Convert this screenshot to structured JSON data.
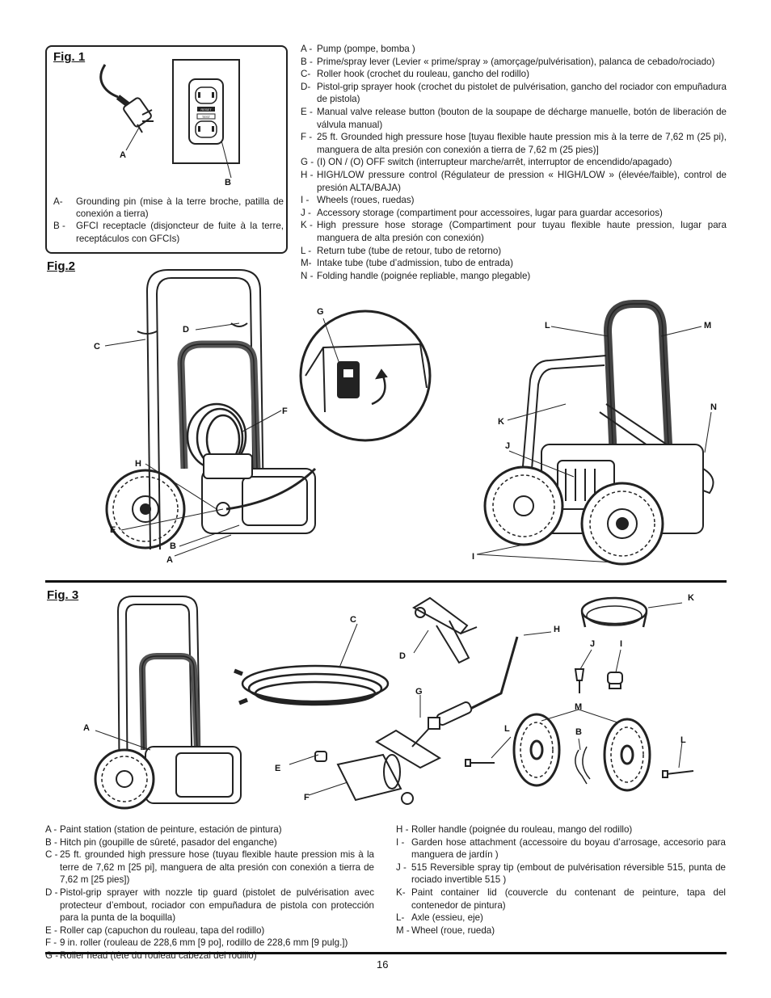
{
  "fig1": {
    "title": "Fig. 1",
    "callouts": {
      "a": "A",
      "b": "B"
    },
    "receptacle_labels": {
      "reset": "RESET",
      "test": "TEST"
    },
    "legend": [
      {
        "key": "A-",
        "text": "Grounding pin (mise à la terre broche, patilla de conexión a tierra)"
      },
      {
        "key": "B -",
        "text": "GFCI receptacle (disjoncteur de fuite à la terre, receptáculos con GFCIs)"
      }
    ]
  },
  "fig2": {
    "title": "Fig.2",
    "callouts": {
      "c": "C",
      "d": "D",
      "g": "G",
      "f": "F",
      "h": "H",
      "e": "E",
      "b": "B",
      "a": "A",
      "l": "L",
      "m": "M",
      "k": "K",
      "n": "N",
      "j": "J",
      "i": "I"
    },
    "legend": [
      {
        "key": "A -",
        "text": "Pump (pompe, bomba )"
      },
      {
        "key": "B -",
        "text": "Prime/spray lever (Levier « prime/spray » (amorçage/pulvérisation), palanca de cebado/rociado)"
      },
      {
        "key": "C-",
        "text": "Roller hook (crochet du rouleau, gancho del rodillo)"
      },
      {
        "key": "D-",
        "text": "Pistol-grip sprayer hook (crochet du pistolet de pulvérisation, gancho del rociador con empuñadura de pistola)"
      },
      {
        "key": "E -",
        "text": "Manual valve release button (bouton de la soupape de décharge manuelle, botón de liberación de válvula manual)"
      },
      {
        "key": "F -",
        "text": "25 ft. Grounded high pressure hose [tuyau flexible haute pression mis à la terre de 7,62 m (25 pi), manguera de alta presión con conexión a tierra de 7,62 m (25 pies)]"
      },
      {
        "key": "G -",
        "text": "(I) ON / (O) OFF switch (interrupteur marche/arrêt, interruptor de encendido/apagado)"
      },
      {
        "key": "H -",
        "text": "HIGH/LOW pressure control (Régulateur de pression « HIGH/LOW » (élevée/faible), control de presión ALTA/BAJA)"
      },
      {
        "key": "I -",
        "text": "Wheels (roues, ruedas)"
      },
      {
        "key": "J -",
        "text": "Accessory storage (compartiment pour accessoires, lugar para guardar accesorios)"
      },
      {
        "key": "K -",
        "text": "High pressure hose storage (Compartiment pour tuyau flexible haute pression, lugar para manguera de alta presión con conexión)"
      },
      {
        "key": "L -",
        "text": "Return tube (tube de retour, tubo de retorno)"
      },
      {
        "key": "M-",
        "text": "Intake tube (tube d’admission, tubo de entrada)"
      },
      {
        "key": "N -",
        "text": "Folding handle (poignée repliable, mango plegable)"
      }
    ]
  },
  "fig3": {
    "title": "Fig. 3",
    "callouts": {
      "a": "A",
      "c": "C",
      "d": "D",
      "h": "H",
      "k": "K",
      "j": "J",
      "i": "I",
      "g": "G",
      "m": "M",
      "b": "B",
      "l1": "L",
      "l2": "L",
      "e": "E",
      "f": "F"
    },
    "legend_left": [
      {
        "key": "A -",
        "text": "Paint station (station de peinture, estación de pintura)"
      },
      {
        "key": "B -",
        "text": "Hitch pin (goupille de sûreté, pasador del enganche)"
      },
      {
        "key": "C -",
        "text": "25 ft. grounded high pressure hose (tuyau flexible haute pression mis à la terre de 7,62 m [25 pi], manguera de alta presión con conexión a tierra de 7,62 m [25 pies])"
      },
      {
        "key": "D -",
        "text": "Pistol-grip sprayer with nozzle tip guard (pistolet de pulvérisation avec protecteur d’embout, rociador con empuñadura de pistola con protección para la punta de la boquilla)"
      },
      {
        "key": "E -",
        "text": "Roller cap (capuchon du rouleau, tapa del rodillo)"
      },
      {
        "key": "F -",
        "text": "9 in. roller (rouleau de 228,6 mm [9 po], rodillo de 228,6 mm [9 pulg.])"
      },
      {
        "key": "G -",
        "text": "Roller head (tête du rouleau cabezal del rodillo)"
      }
    ],
    "legend_right": [
      {
        "key": "H -",
        "text": "Roller handle (poignée du rouleau, mango del rodillo)"
      },
      {
        "key": "I -",
        "text": "Garden hose attachment (accessoire du boyau d’arrosage, accesorio para manguera de jardín )"
      },
      {
        "key": "J -",
        "text": "515 Reversible spray tip (embout de pulvérisation réversible 515, punta de rociado invertible 515 )"
      },
      {
        "key": "K-",
        "text": "Paint container lid (couvercle du contenant de peinture, tapa del contenedor de pintura)"
      },
      {
        "key": "L-",
        "text": "Axle (essieu, eje)"
      },
      {
        "key": "M -",
        "text": "Wheel (roue, rueda)"
      }
    ]
  },
  "page_number": "16"
}
